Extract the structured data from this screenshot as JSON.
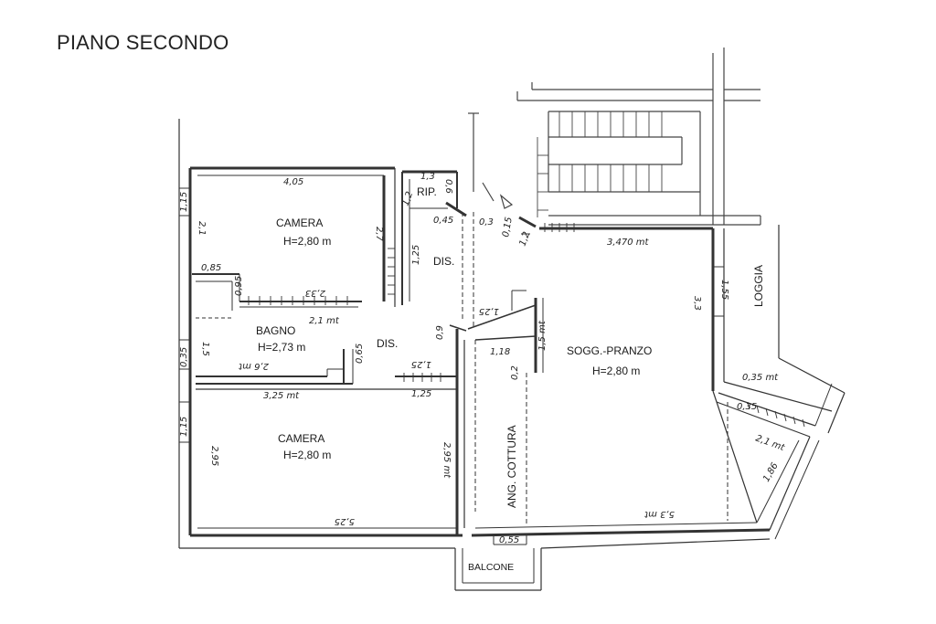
{
  "title": "PIANO SECONDO",
  "rooms": {
    "camera_top": {
      "name": "CAMERA",
      "height": "H=2,80 m"
    },
    "rip": {
      "name": "RIP."
    },
    "dis_upper": {
      "name": "DIS."
    },
    "bagno": {
      "name": "BAGNO",
      "height": "H=2,73  m"
    },
    "dis_lower": {
      "name": "DIS."
    },
    "camera_bottom": {
      "name": "CAMERA",
      "height": "H=2,80 m"
    },
    "soggiorno": {
      "name": "SOGG.-PRANZO",
      "height": "H=2,80 m"
    },
    "cottura": {
      "name": "ANG. COTTURA"
    },
    "loggia": {
      "name": "LOGGIA"
    },
    "balcone": {
      "name": "BALCONE"
    }
  },
  "measures": {
    "m_405": "4,05",
    "m_115a": "1,15",
    "m_21a": "2,1",
    "m_27": "2,7",
    "m_085": "0,85",
    "m_13": "1,3",
    "m_06": "0,6",
    "m_045": "0,45",
    "m_03": "0,3",
    "m_015": "0,15",
    "m_12a": "1,2",
    "m_3470": "3,470 mt",
    "m_155": "1,55",
    "m_095": "0,95",
    "m_233": "2,33",
    "m_21mt": "2,1 mt",
    "m_125a": "1,25",
    "m_15": "1,5",
    "m_33": "3,3",
    "m_12b": "1,2",
    "m_065": "0,65",
    "m_09": "0,9",
    "m_118": "1,18",
    "m_15mt": "1,5 mt",
    "m_035a": "0,35",
    "m_26mt": "2,6 mt",
    "m_125b": "1,25",
    "m_125c": "1,25",
    "m_325": "3,25 mt",
    "m_02": "0,2",
    "m_035mt": "0,35 mt",
    "m_035b": "0,35",
    "m_115b": "1,15",
    "m_295": "2,95",
    "m_295mt": "2,95 mt",
    "m_21mt_b": "2,1 mt",
    "m_186": "1,86",
    "m_525": "5,25",
    "m_53mt": "5,3 mt",
    "m_055": "0,55"
  }
}
